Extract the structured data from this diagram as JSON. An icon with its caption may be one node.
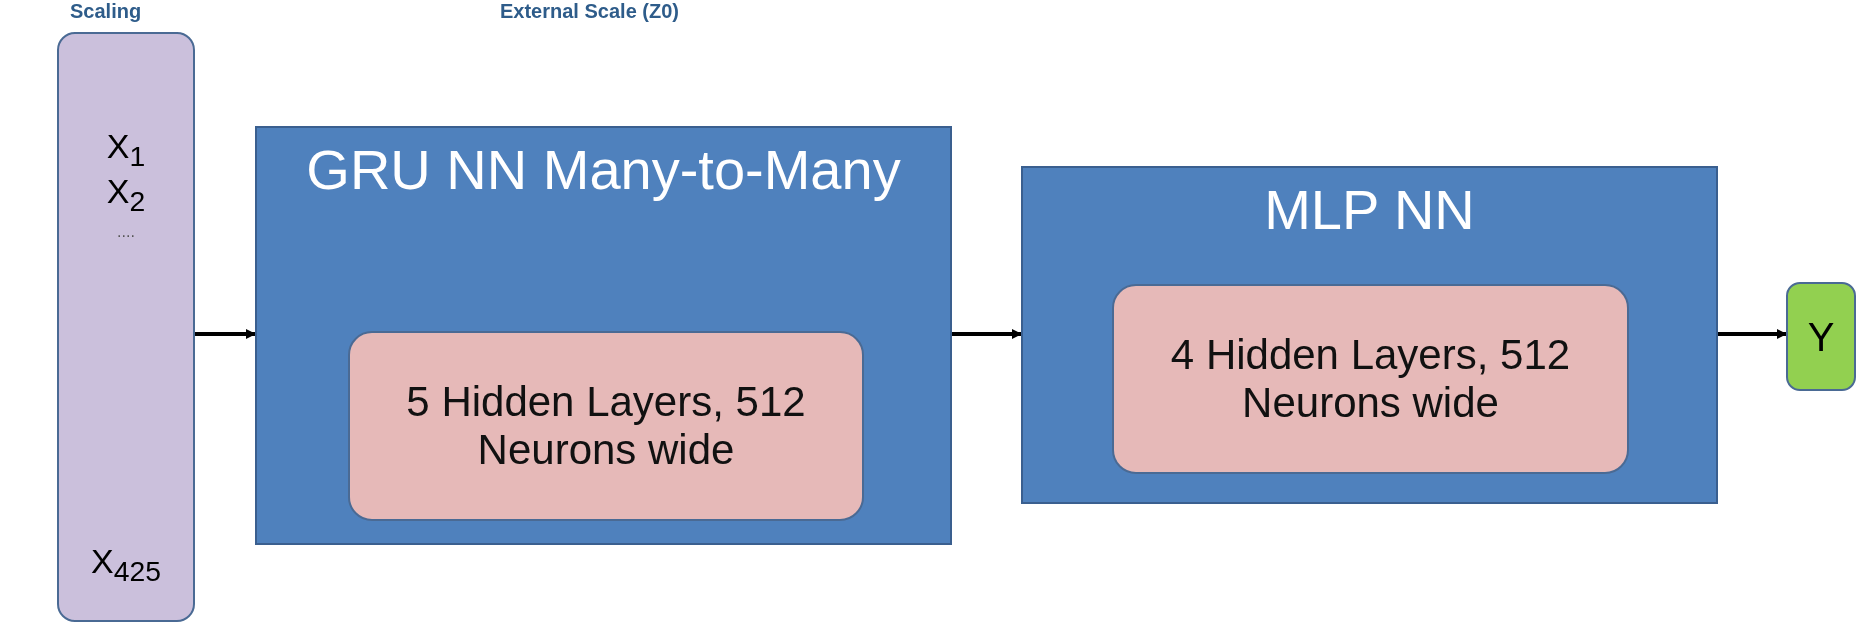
{
  "diagram": {
    "nodes": [
      {
        "text": [
          "X$_{1}$",
          "X$_{2}$",
          "....",
          "X$_{425}$"
        ]
      },
      {
        "text": [
          "GRU NN Many-to-Many"
        ]
      },
      {
        "text": [
          "5 Hidden Layers, 512 Neurons wide"
        ],
        "in": 1
      },
      {
        "text": [
          "MLP NN"
        ]
      },
      {
        "text": [
          "4 Hidden Layers, 512 Neurons wide"
        ],
        "in": 3
      },
      {
        "text": [
          "Y"
        ]
      }
    ],
    "edges": [
      {
        "from": 0,
        "to": 1,
        "arrow": "to"
      },
      {
        "from": 1,
        "to": 3,
        "arrow": "to"
      },
      {
        "from": 3,
        "to": 5,
        "arrow": "to"
      }
    ],
    "labels": [
      "Scaling",
      "External Scale (Z0)"
    ]
  }
}
